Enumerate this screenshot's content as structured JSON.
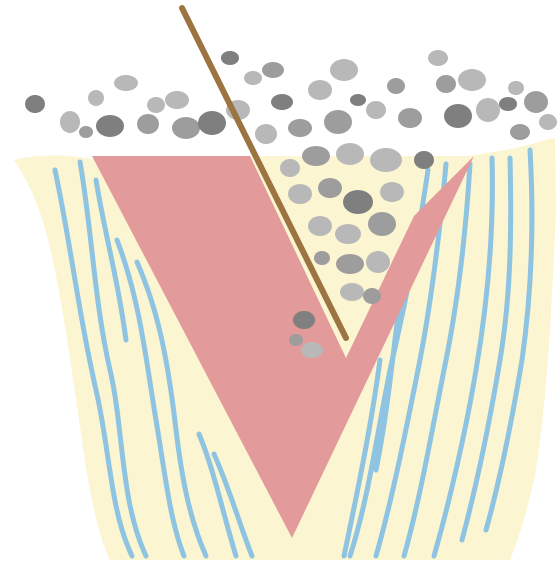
{
  "colors": {
    "background": "#ffffff",
    "tissue": "#fbf5d2",
    "fiber": "#8ec3e1",
    "wedge": "#e29a9a",
    "probe": "#9b7441",
    "particle_light": "#b8b8b8",
    "particle_mid": "#9d9d9d",
    "particle_dark": "#7f7f7f"
  },
  "elements": {
    "tissue": "soft-tissue",
    "fibers": "fiber-strands",
    "wedge": "v-shaped-wedge",
    "probe": "probe-instrument",
    "particles": "particle-cluster"
  }
}
